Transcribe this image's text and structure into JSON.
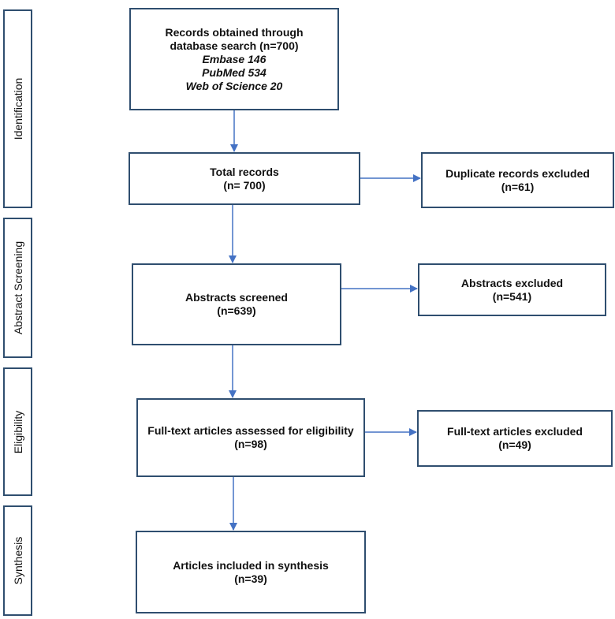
{
  "stages": [
    {
      "id": "identification",
      "label": "Identification"
    },
    {
      "id": "abstract-screening",
      "label": "Abstract Screening"
    },
    {
      "id": "eligibility",
      "label": "Eligibility"
    },
    {
      "id": "synthesis",
      "label": "Synthesis"
    }
  ],
  "boxes": {
    "records_obtained": {
      "line1": "Records obtained through",
      "line2": "database search (n=700)",
      "sources": [
        "Embase 146",
        "PubMed 534",
        "Web of Science 20"
      ]
    },
    "total_records": {
      "title": "Total records",
      "count": "(n= 700)"
    },
    "duplicates_excluded": {
      "title": "Duplicate records excluded",
      "count": "(n=61)"
    },
    "abstracts_screened": {
      "title": "Abstracts screened",
      "count": "(n=639)"
    },
    "abstracts_excluded": {
      "title": "Abstracts excluded",
      "count": "(n=541)"
    },
    "fulltext_assessed": {
      "title": "Full-text articles assessed for eligibility",
      "count": "(n=98)"
    },
    "fulltext_excluded": {
      "title": "Full-text articles excluded",
      "count": "(n=49)"
    },
    "included": {
      "title": "Articles included in synthesis",
      "count": "(n=39)"
    }
  },
  "colors": {
    "border": "#2f4e6f",
    "arrow": "#4472c4"
  }
}
